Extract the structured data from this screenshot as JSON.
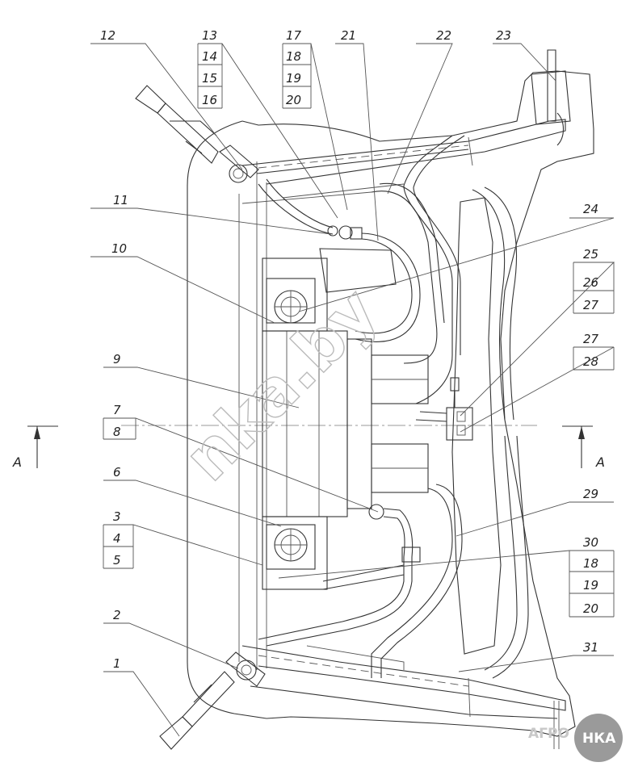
{
  "diagram": {
    "callouts": [
      {
        "id": "c1",
        "text": "1"
      },
      {
        "id": "c2",
        "text": "2"
      },
      {
        "id": "c3",
        "text": "3"
      },
      {
        "id": "c4",
        "text": "4"
      },
      {
        "id": "c5",
        "text": "5"
      },
      {
        "id": "c6",
        "text": "6"
      },
      {
        "id": "c7",
        "text": "7"
      },
      {
        "id": "c8",
        "text": "8"
      },
      {
        "id": "c9",
        "text": "9"
      },
      {
        "id": "c10",
        "text": "10"
      },
      {
        "id": "c11",
        "text": "11"
      },
      {
        "id": "c12",
        "text": "12"
      },
      {
        "id": "c13",
        "text": "13"
      },
      {
        "id": "c14",
        "text": "14"
      },
      {
        "id": "c15",
        "text": "15"
      },
      {
        "id": "c16",
        "text": "16"
      },
      {
        "id": "c17",
        "text": "17"
      },
      {
        "id": "c18a",
        "text": "18"
      },
      {
        "id": "c19a",
        "text": "19"
      },
      {
        "id": "c20a",
        "text": "20"
      },
      {
        "id": "c21",
        "text": "21"
      },
      {
        "id": "c22",
        "text": "22"
      },
      {
        "id": "c23",
        "text": "23"
      },
      {
        "id": "c24",
        "text": "24"
      },
      {
        "id": "c25",
        "text": "25"
      },
      {
        "id": "c26",
        "text": "26"
      },
      {
        "id": "c27a",
        "text": "27"
      },
      {
        "id": "c27b",
        "text": "27"
      },
      {
        "id": "c28",
        "text": "28"
      },
      {
        "id": "c29",
        "text": "29"
      },
      {
        "id": "c30",
        "text": "30"
      },
      {
        "id": "c18b",
        "text": "18"
      },
      {
        "id": "c19b",
        "text": "19"
      },
      {
        "id": "c20b",
        "text": "20"
      },
      {
        "id": "c31",
        "text": "31"
      }
    ],
    "section_left": "A",
    "section_right": "A",
    "watermark": "nka.by",
    "logo_left": "АГРО",
    "logo_right": "НКА"
  },
  "colors": {
    "line": "#333333",
    "watermark": "#bbbbbb",
    "logo_circle": "#9a9a9a"
  }
}
